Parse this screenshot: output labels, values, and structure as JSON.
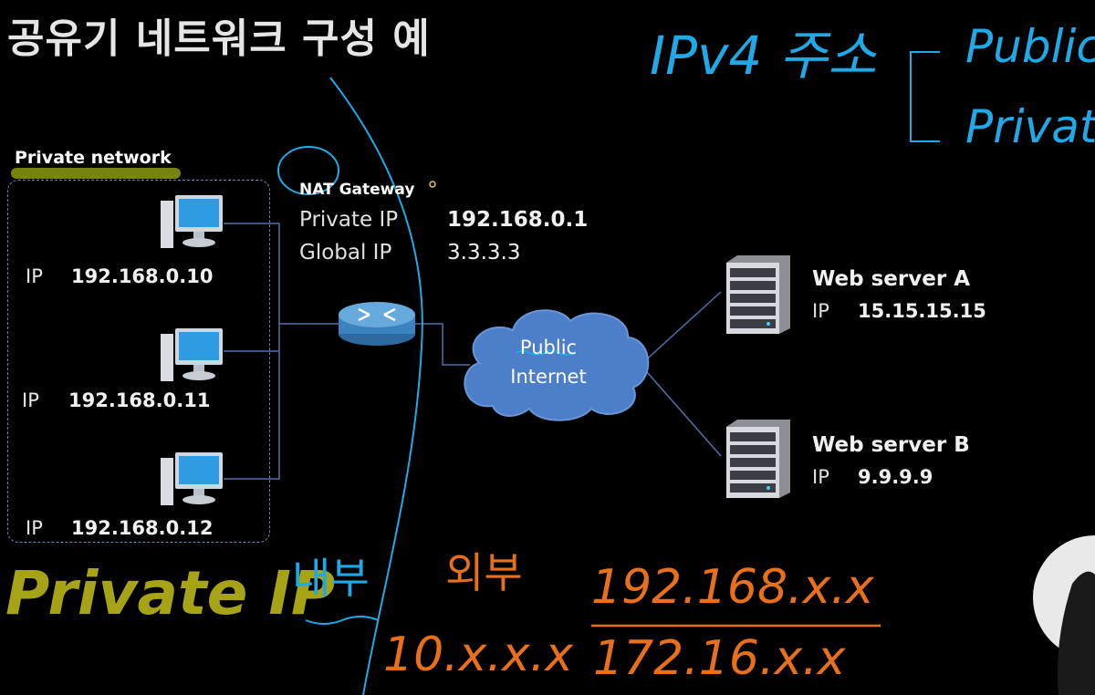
{
  "title": "공유기 네트워크 구성 예",
  "private_network": {
    "label": "Private network",
    "hosts": [
      {
        "ip_key": "IP",
        "ip": "192.168.0.10"
      },
      {
        "ip_key": "IP",
        "ip": "192.168.0.11"
      },
      {
        "ip_key": "IP",
        "ip": "192.168.0.12"
      }
    ]
  },
  "nat": {
    "title": "NAT Gateway",
    "private_key": "Private IP",
    "private_ip": "192.168.0.1",
    "global_key": "Global IP",
    "global_ip": "3.3.3.3"
  },
  "cloud": {
    "line1": "Public",
    "line2": "Internet"
  },
  "servers": [
    {
      "name": "Web server A",
      "ip_key": "IP",
      "ip": "15.15.15.15"
    },
    {
      "name": "Web server B",
      "ip_key": "IP",
      "ip": "9.9.9.9"
    }
  ],
  "annotations": {
    "ipv4": "IPv4 주소",
    "public": "Public",
    "private": "Private",
    "private_ip": "Private IP",
    "inner": "내부",
    "outer": "외부",
    "range1": "192.168.x.x",
    "range2": "10.x.x.x",
    "range3": "172.16.x.x"
  },
  "colors": {
    "ink_cyan": "#1fa9e6",
    "ink_orange": "#e8701a",
    "ink_olive": "#a7a316",
    "box_blue": "#5b86c4"
  }
}
